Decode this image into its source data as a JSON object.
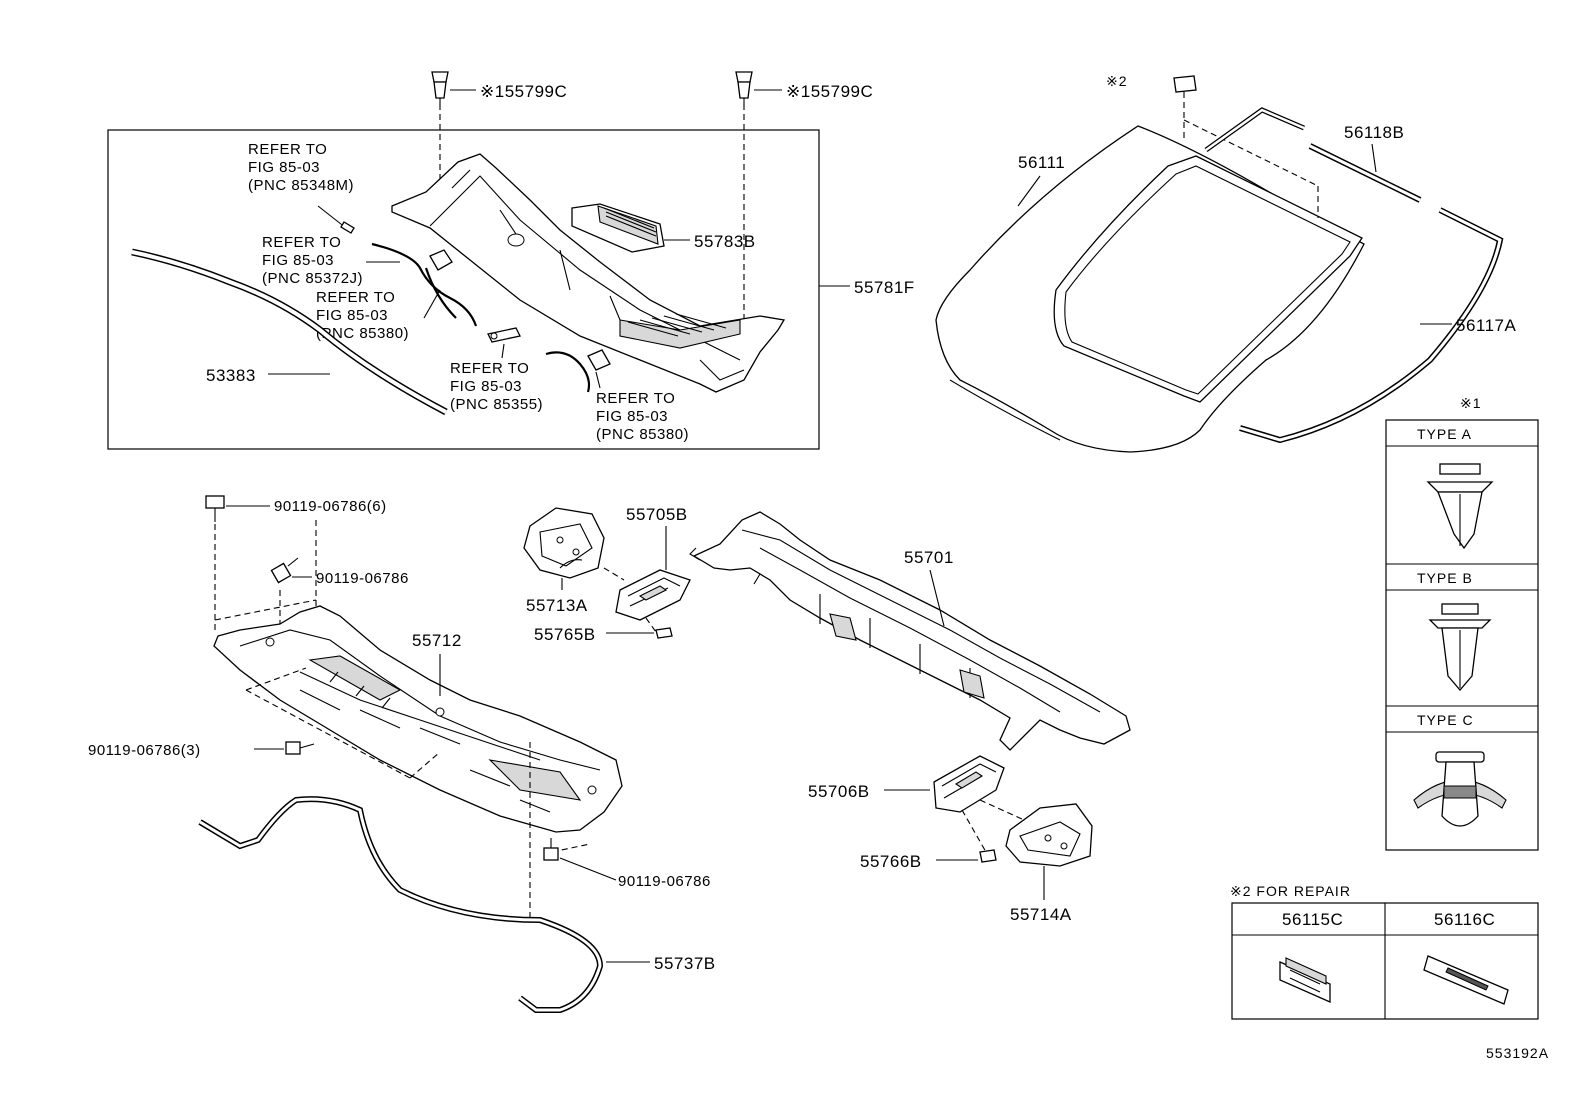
{
  "footer_code": "553192A",
  "clips": [
    {
      "id": "clip-left",
      "label": "※155799C"
    },
    {
      "id": "clip-right",
      "label": "※155799C"
    }
  ],
  "box_label": "55781F",
  "refs": [
    {
      "lines": [
        "REFER TO",
        "FIG 85-03",
        "(PNC 85348M)"
      ]
    },
    {
      "lines": [
        "REFER TO",
        "FIG 85-03",
        "(PNC 85372J)"
      ]
    },
    {
      "lines": [
        "REFER TO",
        "FIG 85-03",
        "(PNC 85380)"
      ]
    },
    {
      "lines": [
        "REFER TO",
        "FIG 85-03",
        "(PNC 85355)"
      ]
    },
    {
      "lines": [
        "REFER TO",
        "FIG 85-03",
        "(PNC 85380)"
      ]
    }
  ],
  "parts": {
    "p53383": "53383",
    "p55783B": "55783B",
    "p56111": "56111",
    "p56118B": "56118B",
    "p56117A": "56117A",
    "star2": "※2",
    "p90119a": "90119-06786(6)",
    "p90119b": "90119-06786",
    "p90119c": "90119-06786(3)",
    "p90119d": "90119-06786",
    "p55712": "55712",
    "p55737B": "55737B",
    "p55705B": "55705B",
    "p55713A": "55713A",
    "p55765B": "55765B",
    "p55701": "55701",
    "p55706B": "55706B",
    "p55766B": "55766B",
    "p55714A": "55714A"
  },
  "types_panel": {
    "header": "※1",
    "types": [
      "TYPE  A",
      "TYPE  B",
      "TYPE  C"
    ]
  },
  "repair_panel": {
    "header": "※2 FOR REPAIR",
    "items": [
      "56115C",
      "56116C"
    ]
  }
}
